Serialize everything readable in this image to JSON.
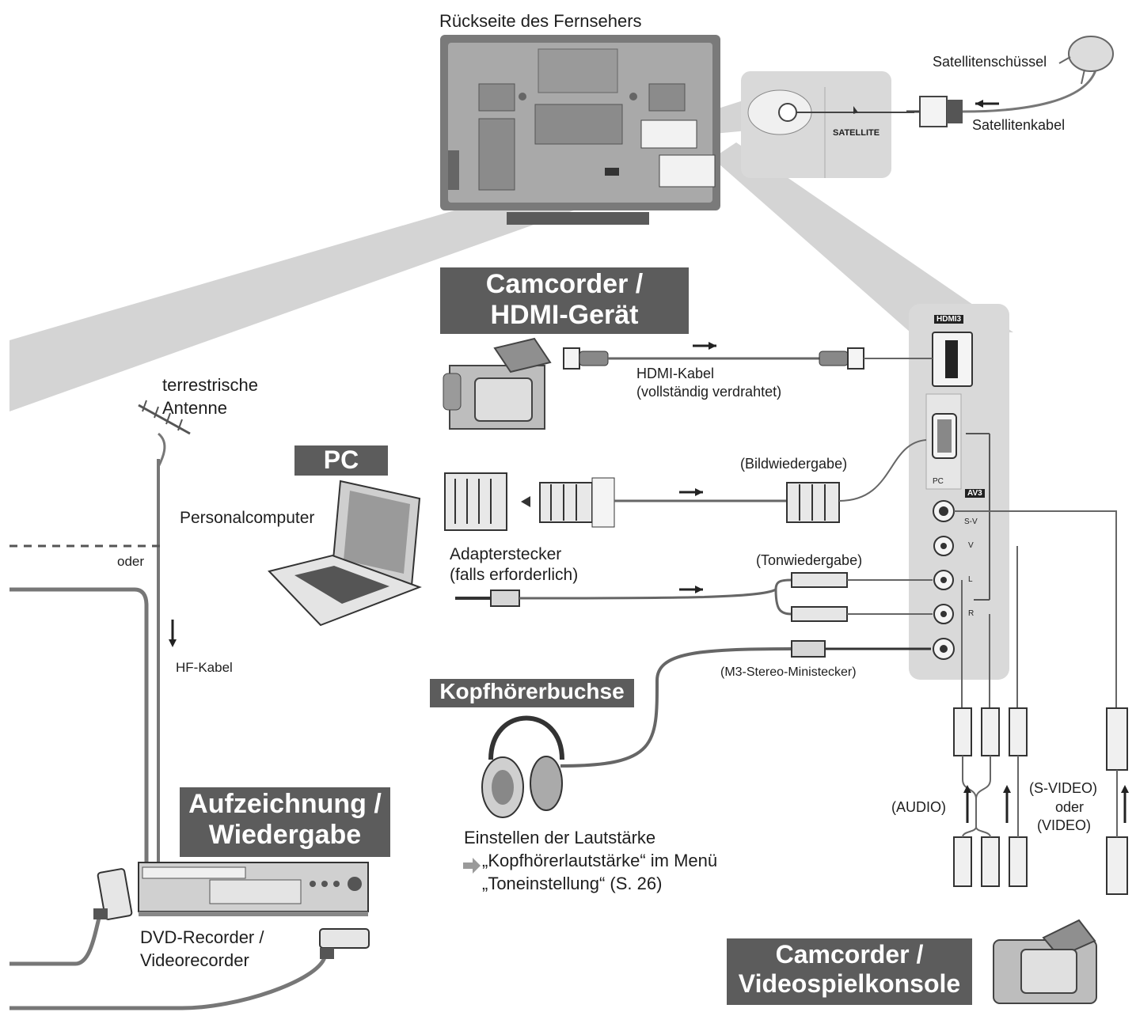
{
  "tv": {
    "rear_label": "Rückseite des Fernsehers",
    "satellite_port_label": "SATELLITE"
  },
  "satellite": {
    "dish_label": "Satellitenschüssel",
    "cable_label": "Satellitenkabel"
  },
  "hdmi_device": {
    "heading_line1": "Camcorder /",
    "heading_line2": "HDMI-Gerät",
    "cable_label_line1": "HDMI-Kabel",
    "cable_label_line2": "(vollständig verdrahtet)"
  },
  "pc": {
    "heading": "PC",
    "device_label": "Personalcomputer",
    "adapter_line1": "Adapterstecker",
    "adapter_line2": "(falls erforderlich)",
    "video_label": "(Bildwiedergabe)",
    "audio_label": "(Tonwiedergabe)"
  },
  "antenna": {
    "label_line1": "terrestrische",
    "label_line2": "Antenne",
    "or_label": "oder",
    "rf_cable_label": "HF-Kabel"
  },
  "headphone": {
    "heading": "Kopfhörerbuchse",
    "plug_label": "(M3-Stereo-Ministecker)",
    "volume_line1": "Einstellen der Lautstärke",
    "volume_line2": "„Kopfhörerlautstärke“ im Menü",
    "volume_line3": "„Toneinstellung“ (S. 26)"
  },
  "recorder": {
    "heading_line1": "Aufzeichnung /",
    "heading_line2": "Wiedergabe",
    "device_line1": "DVD-Recorder /",
    "device_line2": "Videorecorder"
  },
  "side_panel": {
    "hdmi_port": "HDMI3",
    "pc_port": "PC",
    "av_port": "AV3",
    "sv_port": "S-V",
    "v_port": "V",
    "l_port": "L",
    "r_port": "R"
  },
  "av_cables": {
    "audio_label": "(AUDIO)",
    "svideo_line1": "(S-VIDEO)",
    "svideo_line2": "oder",
    "svideo_line3": "(VIDEO)"
  },
  "camcorder_console": {
    "heading_line1": "Camcorder /",
    "heading_line2": "Videospielkonsole"
  },
  "colors": {
    "heading_bg": "#5c5c5c",
    "panel_bg": "#d9d9d9",
    "beam": "#cfcfcf",
    "cable": "#555555"
  }
}
